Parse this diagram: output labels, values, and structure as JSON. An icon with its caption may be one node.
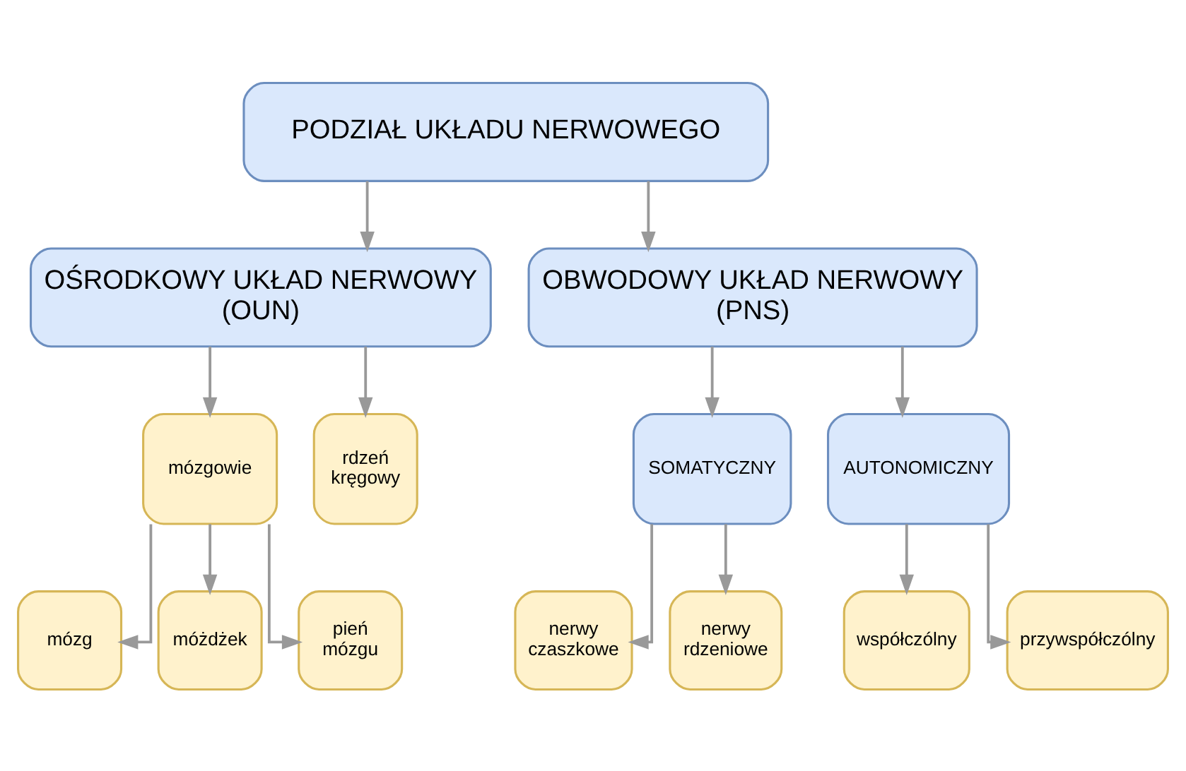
{
  "diagram": {
    "nodes": [
      {
        "text": [
          "PODZIAŁ UKŁADU NERWOWEGO"
        ]
      },
      {
        "text": [
          "OŚRODKOWY UKŁAD NERWOWY (OUN)"
        ]
      },
      {
        "text": [
          "OBWODOWY UKŁAD NERWOWY (PNS)"
        ]
      },
      {
        "text": [
          "mózgowie"
        ]
      },
      {
        "text": [
          "rdzeń kręgowy"
        ]
      },
      {
        "text": [
          "SOMATYCZNY"
        ]
      },
      {
        "text": [
          "AUTONOMICZNY"
        ]
      },
      {
        "text": [
          "mózg"
        ]
      },
      {
        "text": [
          "móżdżek"
        ]
      },
      {
        "text": [
          "pień mózgu"
        ]
      },
      {
        "text": [
          "nerwy czaszkowe"
        ]
      },
      {
        "text": [
          "nerwy rdzeniowe"
        ]
      },
      {
        "text": [
          "współczólny"
        ]
      },
      {
        "text": [
          "przywspółczólny"
        ]
      }
    ],
    "edges": [
      {
        "from": 0,
        "to": 1,
        "arrow": "to"
      },
      {
        "from": 0,
        "to": 2,
        "arrow": "to"
      },
      {
        "from": 1,
        "to": 3,
        "arrow": "to"
      },
      {
        "from": 1,
        "to": 4,
        "arrow": "to"
      },
      {
        "from": 2,
        "to": 5,
        "arrow": "to"
      },
      {
        "from": 2,
        "to": 6,
        "arrow": "to"
      },
      {
        "from": 3,
        "to": 7,
        "arrow": "to"
      },
      {
        "from": 3,
        "to": 8,
        "arrow": "to"
      },
      {
        "from": 3,
        "to": 9,
        "arrow": "to"
      },
      {
        "from": 5,
        "to": 10,
        "arrow": "to"
      },
      {
        "from": 5,
        "to": 11,
        "arrow": "to"
      },
      {
        "from": 6,
        "to": 12,
        "arrow": "to"
      },
      {
        "from": 6,
        "to": 13,
        "arrow": "to"
      }
    ]
  }
}
